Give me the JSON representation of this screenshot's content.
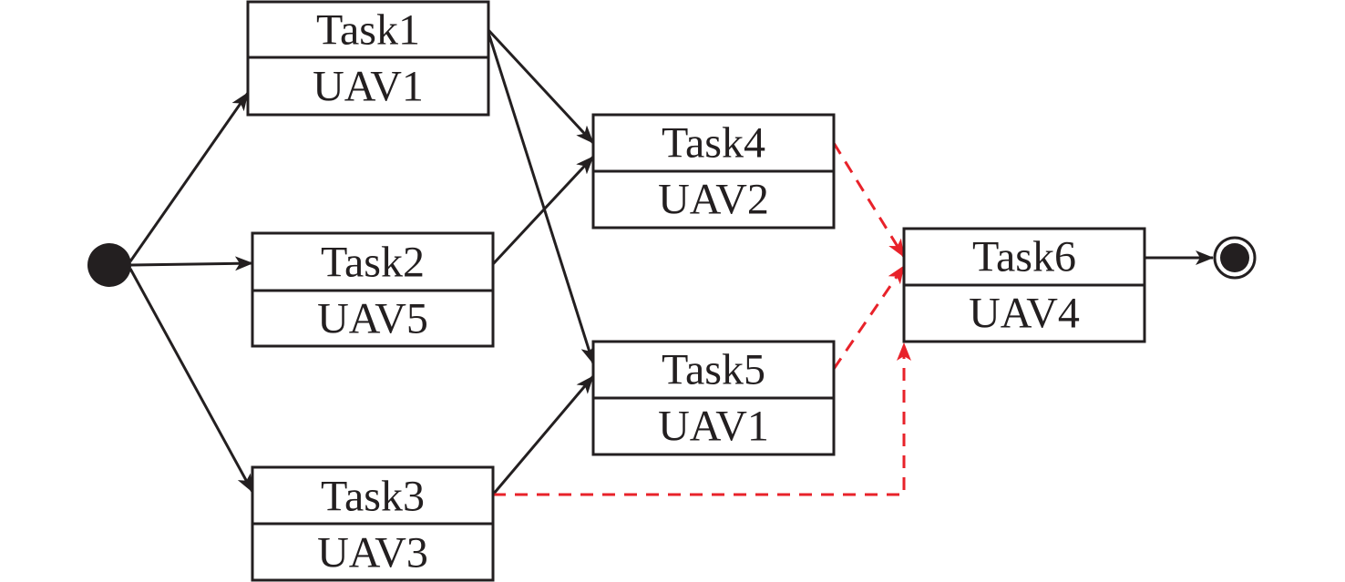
{
  "diagram": {
    "type": "task-allocation-flow",
    "colors": {
      "line": "#231f20",
      "dashed": "#e8222a",
      "fill": "#ffffff"
    },
    "start_node": {
      "id": "start",
      "kind": "initial"
    },
    "end_node": {
      "id": "end",
      "kind": "final"
    },
    "tasks": [
      {
        "id": "t1",
        "task": "Task1",
        "uav": "UAV1"
      },
      {
        "id": "t2",
        "task": "Task2",
        "uav": "UAV5"
      },
      {
        "id": "t3",
        "task": "Task3",
        "uav": "UAV3"
      },
      {
        "id": "t4",
        "task": "Task4",
        "uav": "UAV2"
      },
      {
        "id": "t5",
        "task": "Task5",
        "uav": "UAV1"
      },
      {
        "id": "t6",
        "task": "Task6",
        "uav": "UAV4"
      }
    ],
    "edges": [
      {
        "from": "start",
        "to": "t1",
        "style": "solid"
      },
      {
        "from": "start",
        "to": "t2",
        "style": "solid"
      },
      {
        "from": "start",
        "to": "t3",
        "style": "solid"
      },
      {
        "from": "t1",
        "to": "t4",
        "style": "solid"
      },
      {
        "from": "t1",
        "to": "t5",
        "style": "solid"
      },
      {
        "from": "t2",
        "to": "t4",
        "style": "solid"
      },
      {
        "from": "t3",
        "to": "t5",
        "style": "solid"
      },
      {
        "from": "t4",
        "to": "t6",
        "style": "dashed"
      },
      {
        "from": "t5",
        "to": "t6",
        "style": "dashed"
      },
      {
        "from": "t3",
        "to": "t6",
        "style": "dashed"
      },
      {
        "from": "t6",
        "to": "end",
        "style": "solid"
      }
    ]
  }
}
